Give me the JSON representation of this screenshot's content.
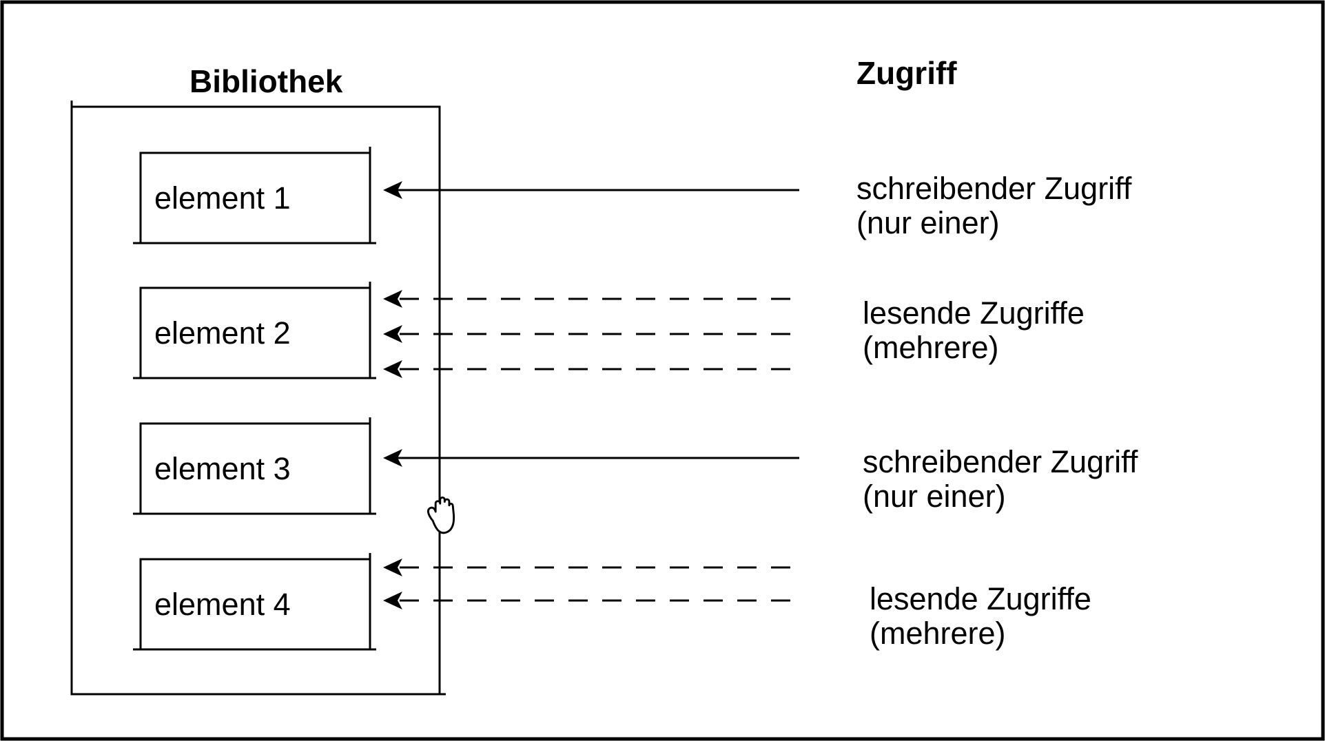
{
  "page": {
    "background": "#ffffff",
    "border_color": "#000000"
  },
  "library": {
    "title": "Bibliothek",
    "elements": [
      {
        "label": "element 1"
      },
      {
        "label": "element 2"
      },
      {
        "label": "element 3"
      },
      {
        "label": "element 4"
      }
    ]
  },
  "access": {
    "title": "Zugriff",
    "groups": [
      {
        "target": "element 1",
        "line_style": "solid",
        "arrow_count": 1,
        "label_line1": "schreibender Zugriff",
        "label_line2": "(nur einer)"
      },
      {
        "target": "element 2",
        "line_style": "dashed",
        "arrow_count": 3,
        "label_line1": "lesende Zugriffe",
        "label_line2": "(mehrere)"
      },
      {
        "target": "element 3",
        "line_style": "solid",
        "arrow_count": 1,
        "label_line1": "schreibender Zugriff",
        "label_line2": "(nur einer)"
      },
      {
        "target": "element 4",
        "line_style": "dashed",
        "arrow_count": 2,
        "label_line1": "lesende Zugriffe",
        "label_line2": "(mehrere)"
      }
    ]
  },
  "cursor": {
    "type": "grab-hand-cursor"
  },
  "colors": {
    "line": "#000000",
    "text": "#000000",
    "background": "#ffffff"
  }
}
